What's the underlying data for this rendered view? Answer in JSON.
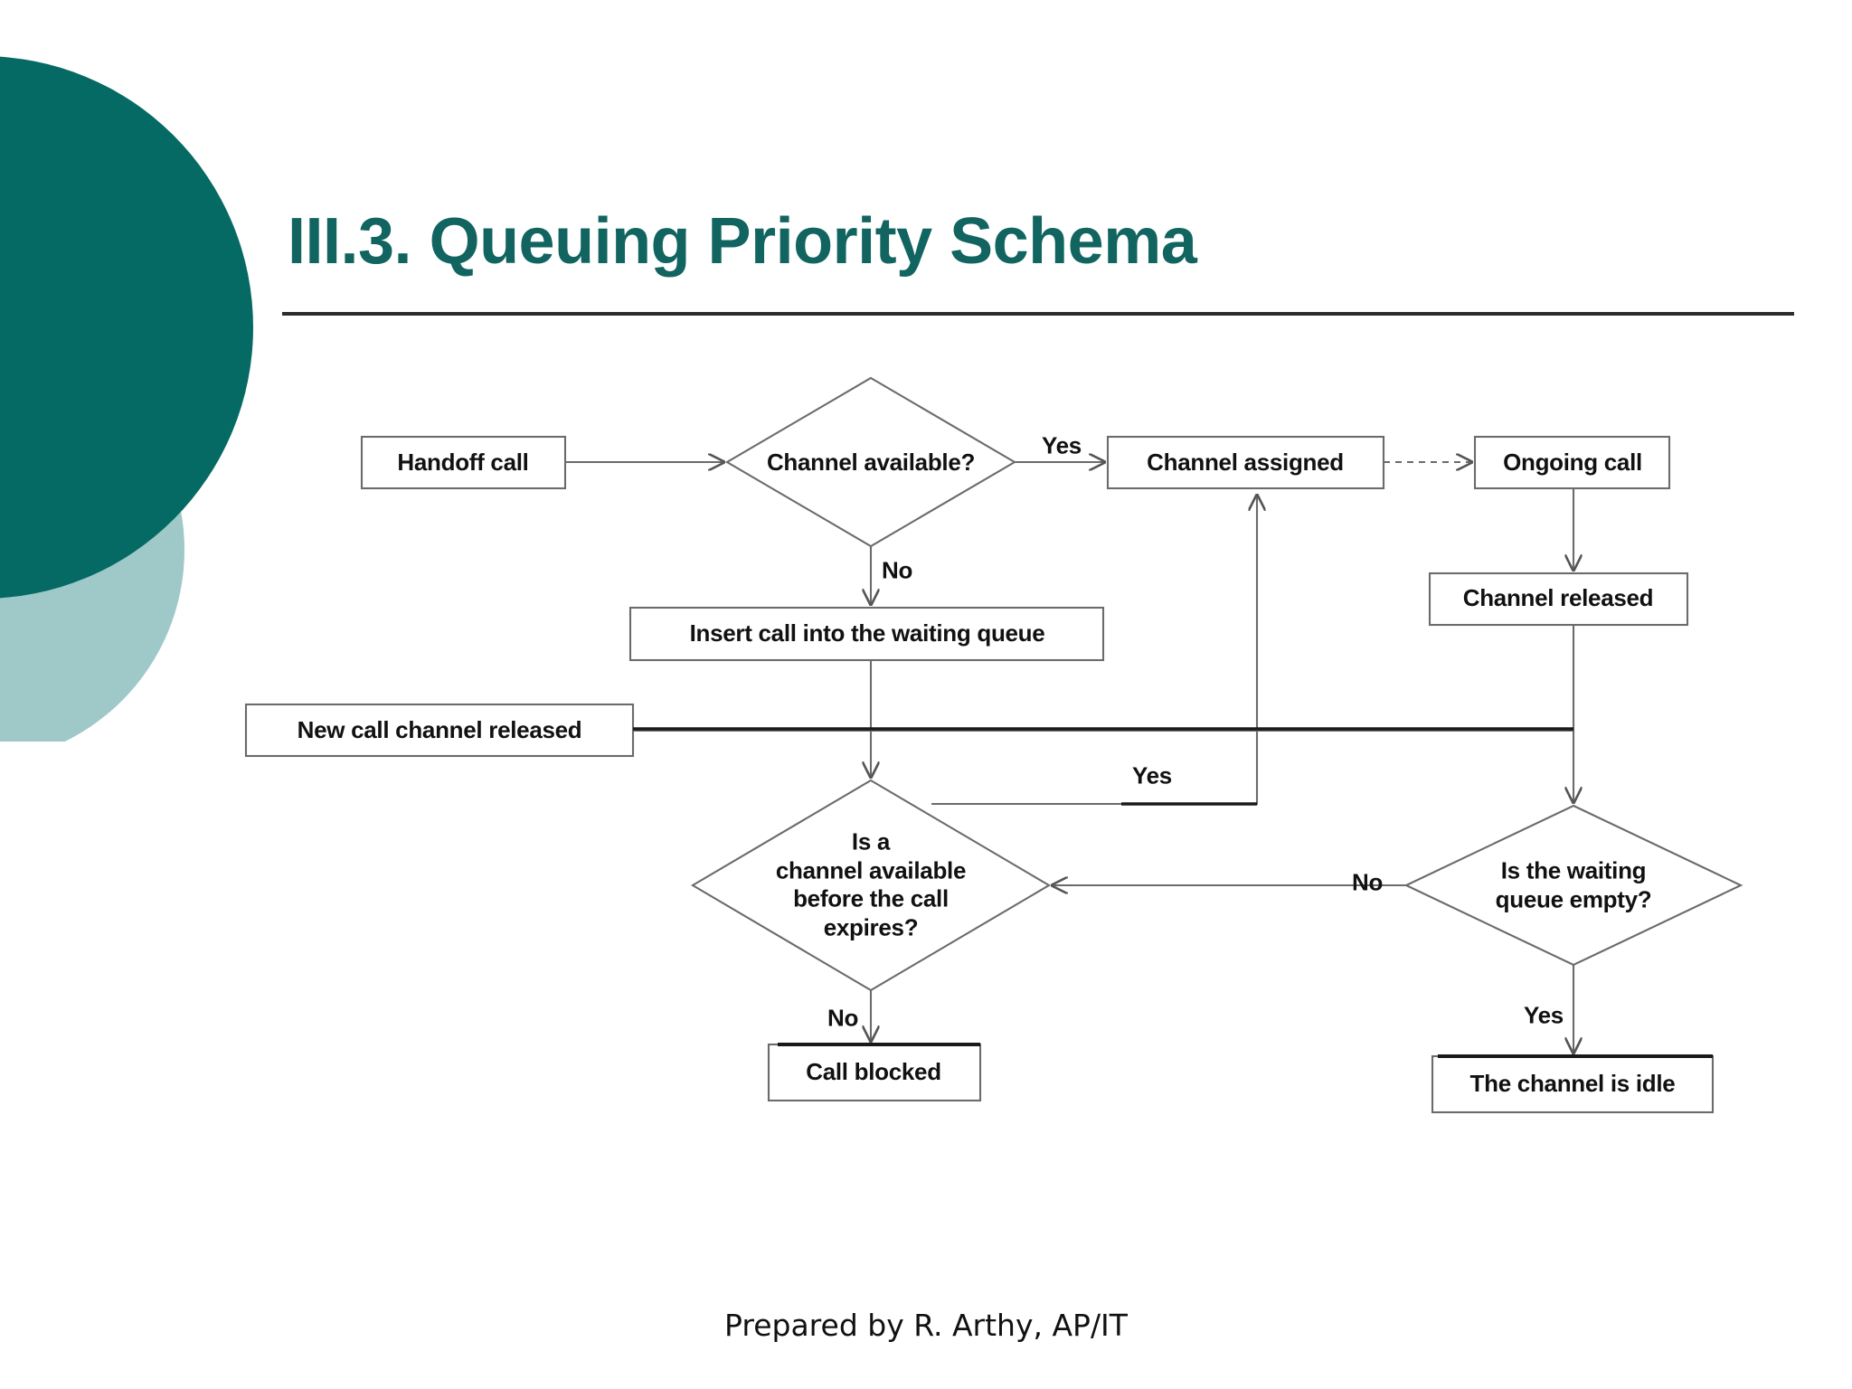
{
  "slide": {
    "title": "III.3. Queuing Priority Schema",
    "footer": "Prepared by R. Arthy, AP/IT",
    "accent_color": "#11645f",
    "deco_dark_color": "#046a63",
    "deco_light_color": "#9ec9c8",
    "background_color": "#ffffff"
  },
  "chart_data": {
    "type": "diagram",
    "diagram_kind": "flowchart",
    "title": "III.3. Queuing Priority Schema",
    "nodes": [
      {
        "id": "handoff-call",
        "label": "Handoff call",
        "shape": "process"
      },
      {
        "id": "channel-available",
        "label": "Channel available?",
        "shape": "decision"
      },
      {
        "id": "channel-assigned",
        "label": "Channel assigned",
        "shape": "process"
      },
      {
        "id": "ongoing-call",
        "label": "Ongoing call",
        "shape": "process"
      },
      {
        "id": "channel-released",
        "label": "Channel released",
        "shape": "process"
      },
      {
        "id": "insert-call-queue",
        "label": "Insert call into the waiting queue",
        "shape": "process"
      },
      {
        "id": "new-call-released",
        "label": "New call channel released",
        "shape": "process"
      },
      {
        "id": "channel-before-expire",
        "label": "Is a\nchannel available\nbefore the call\nexpires?",
        "shape": "decision"
      },
      {
        "id": "waiting-queue-empty",
        "label": "Is the waiting\nqueue empty?",
        "shape": "decision"
      },
      {
        "id": "call-blocked",
        "label": "Call blocked",
        "shape": "process"
      },
      {
        "id": "channel-idle",
        "label": "The channel is idle",
        "shape": "process"
      }
    ],
    "edges": [
      {
        "from": "handoff-call",
        "to": "channel-available",
        "label": ""
      },
      {
        "from": "channel-available",
        "to": "channel-assigned",
        "label": "Yes"
      },
      {
        "from": "channel-available",
        "to": "insert-call-queue",
        "label": "No"
      },
      {
        "from": "channel-assigned",
        "to": "ongoing-call",
        "label": ""
      },
      {
        "from": "ongoing-call",
        "to": "channel-released",
        "label": ""
      },
      {
        "from": "channel-released",
        "to": "waiting-queue-empty",
        "label": ""
      },
      {
        "from": "insert-call-queue",
        "to": "channel-before-expire",
        "label": ""
      },
      {
        "from": "new-call-released",
        "to": "waiting-queue-empty",
        "label": ""
      },
      {
        "from": "channel-before-expire",
        "to": "channel-assigned",
        "label": "Yes"
      },
      {
        "from": "channel-before-expire",
        "to": "call-blocked",
        "label": "No"
      },
      {
        "from": "waiting-queue-empty",
        "to": "channel-before-expire",
        "label": "No"
      },
      {
        "from": "waiting-queue-empty",
        "to": "channel-idle",
        "label": "Yes"
      }
    ],
    "edge_labels": {
      "yes_top": "Yes",
      "no_top": "No",
      "yes_mid": "Yes",
      "no_right": "No",
      "no_bottom_left": "No",
      "yes_bottom_right": "Yes"
    }
  }
}
